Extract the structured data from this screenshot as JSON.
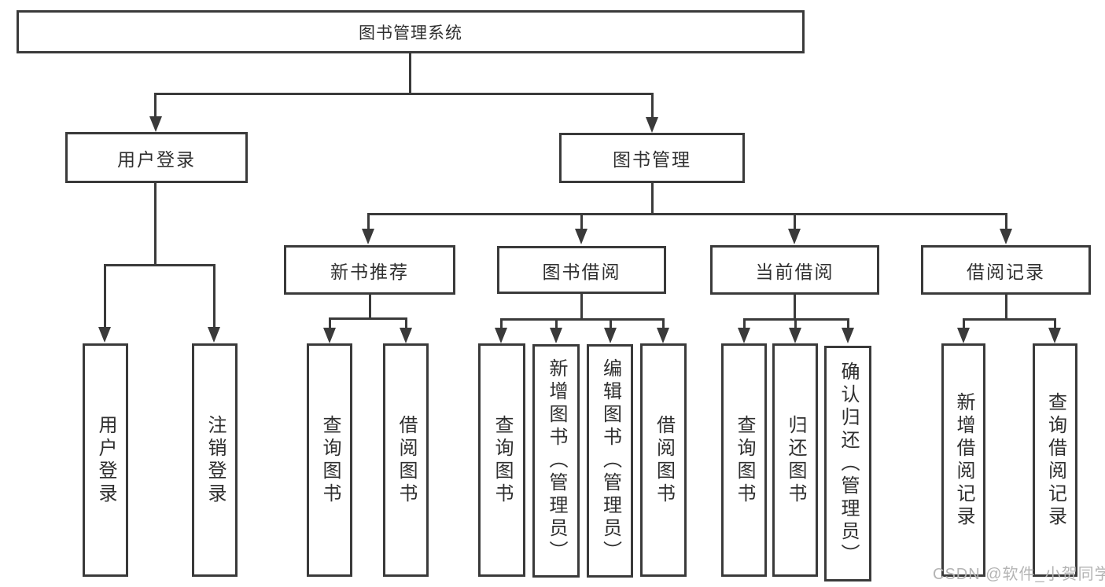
{
  "diagram": {
    "root": {
      "label": "图书管理系统"
    },
    "level2": {
      "user_login": {
        "label": "用户登录"
      },
      "book_mgmt": {
        "label": "图书管理"
      }
    },
    "level3": {
      "new_rec": {
        "label": "新书推荐"
      },
      "book_borrow": {
        "label": "图书借阅"
      },
      "current_borrow": {
        "label": "当前借阅"
      },
      "borrow_records": {
        "label": "借阅记录"
      }
    },
    "leaves": [
      {
        "label": "用户登录"
      },
      {
        "label": "注销登录"
      },
      {
        "label": "查询图书"
      },
      {
        "label": "借阅图书"
      },
      {
        "label": "查询图书"
      },
      {
        "label": "新增图书（管理员）"
      },
      {
        "label": "编辑图书（管理员）"
      },
      {
        "label": "借阅图书"
      },
      {
        "label": "查询图书"
      },
      {
        "label": "归还图书"
      },
      {
        "label": "确认归还（管理员）"
      },
      {
        "label": "新增借阅记录"
      },
      {
        "label": "查询借阅记录"
      }
    ],
    "watermark": "CSDN @软件_小贺同学",
    "colors": {
      "line": "#3a3a3a",
      "text": "#2f2f2f",
      "watermark": "#b4b4b4",
      "background": "#ffffff"
    }
  }
}
